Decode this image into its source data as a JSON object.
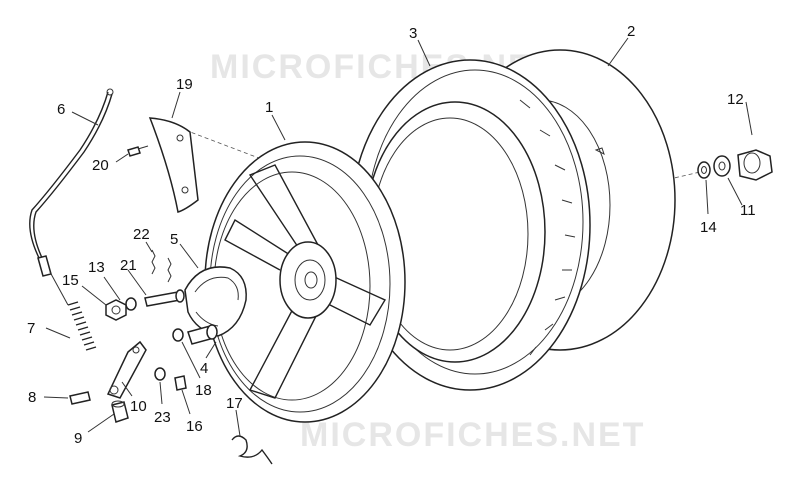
{
  "watermarks": [
    "MICROFICHES.NET",
    "MICROFICHES.NET"
  ],
  "callouts": [
    {
      "id": "1",
      "label": "1"
    },
    {
      "id": "2",
      "label": "2"
    },
    {
      "id": "3",
      "label": "3"
    },
    {
      "id": "4",
      "label": "4"
    },
    {
      "id": "5",
      "label": "5"
    },
    {
      "id": "6",
      "label": "6"
    },
    {
      "id": "7",
      "label": "7"
    },
    {
      "id": "8",
      "label": "8"
    },
    {
      "id": "9",
      "label": "9"
    },
    {
      "id": "10",
      "label": "10"
    },
    {
      "id": "11",
      "label": "11"
    },
    {
      "id": "12",
      "label": "12"
    },
    {
      "id": "13",
      "label": "13"
    },
    {
      "id": "14",
      "label": "14"
    },
    {
      "id": "15",
      "label": "15"
    },
    {
      "id": "16",
      "label": "16"
    },
    {
      "id": "17",
      "label": "17"
    },
    {
      "id": "18",
      "label": "18"
    },
    {
      "id": "19",
      "label": "19"
    },
    {
      "id": "20",
      "label": "20"
    },
    {
      "id": "21",
      "label": "21"
    },
    {
      "id": "22",
      "label": "22"
    },
    {
      "id": "23",
      "label": "23"
    }
  ]
}
